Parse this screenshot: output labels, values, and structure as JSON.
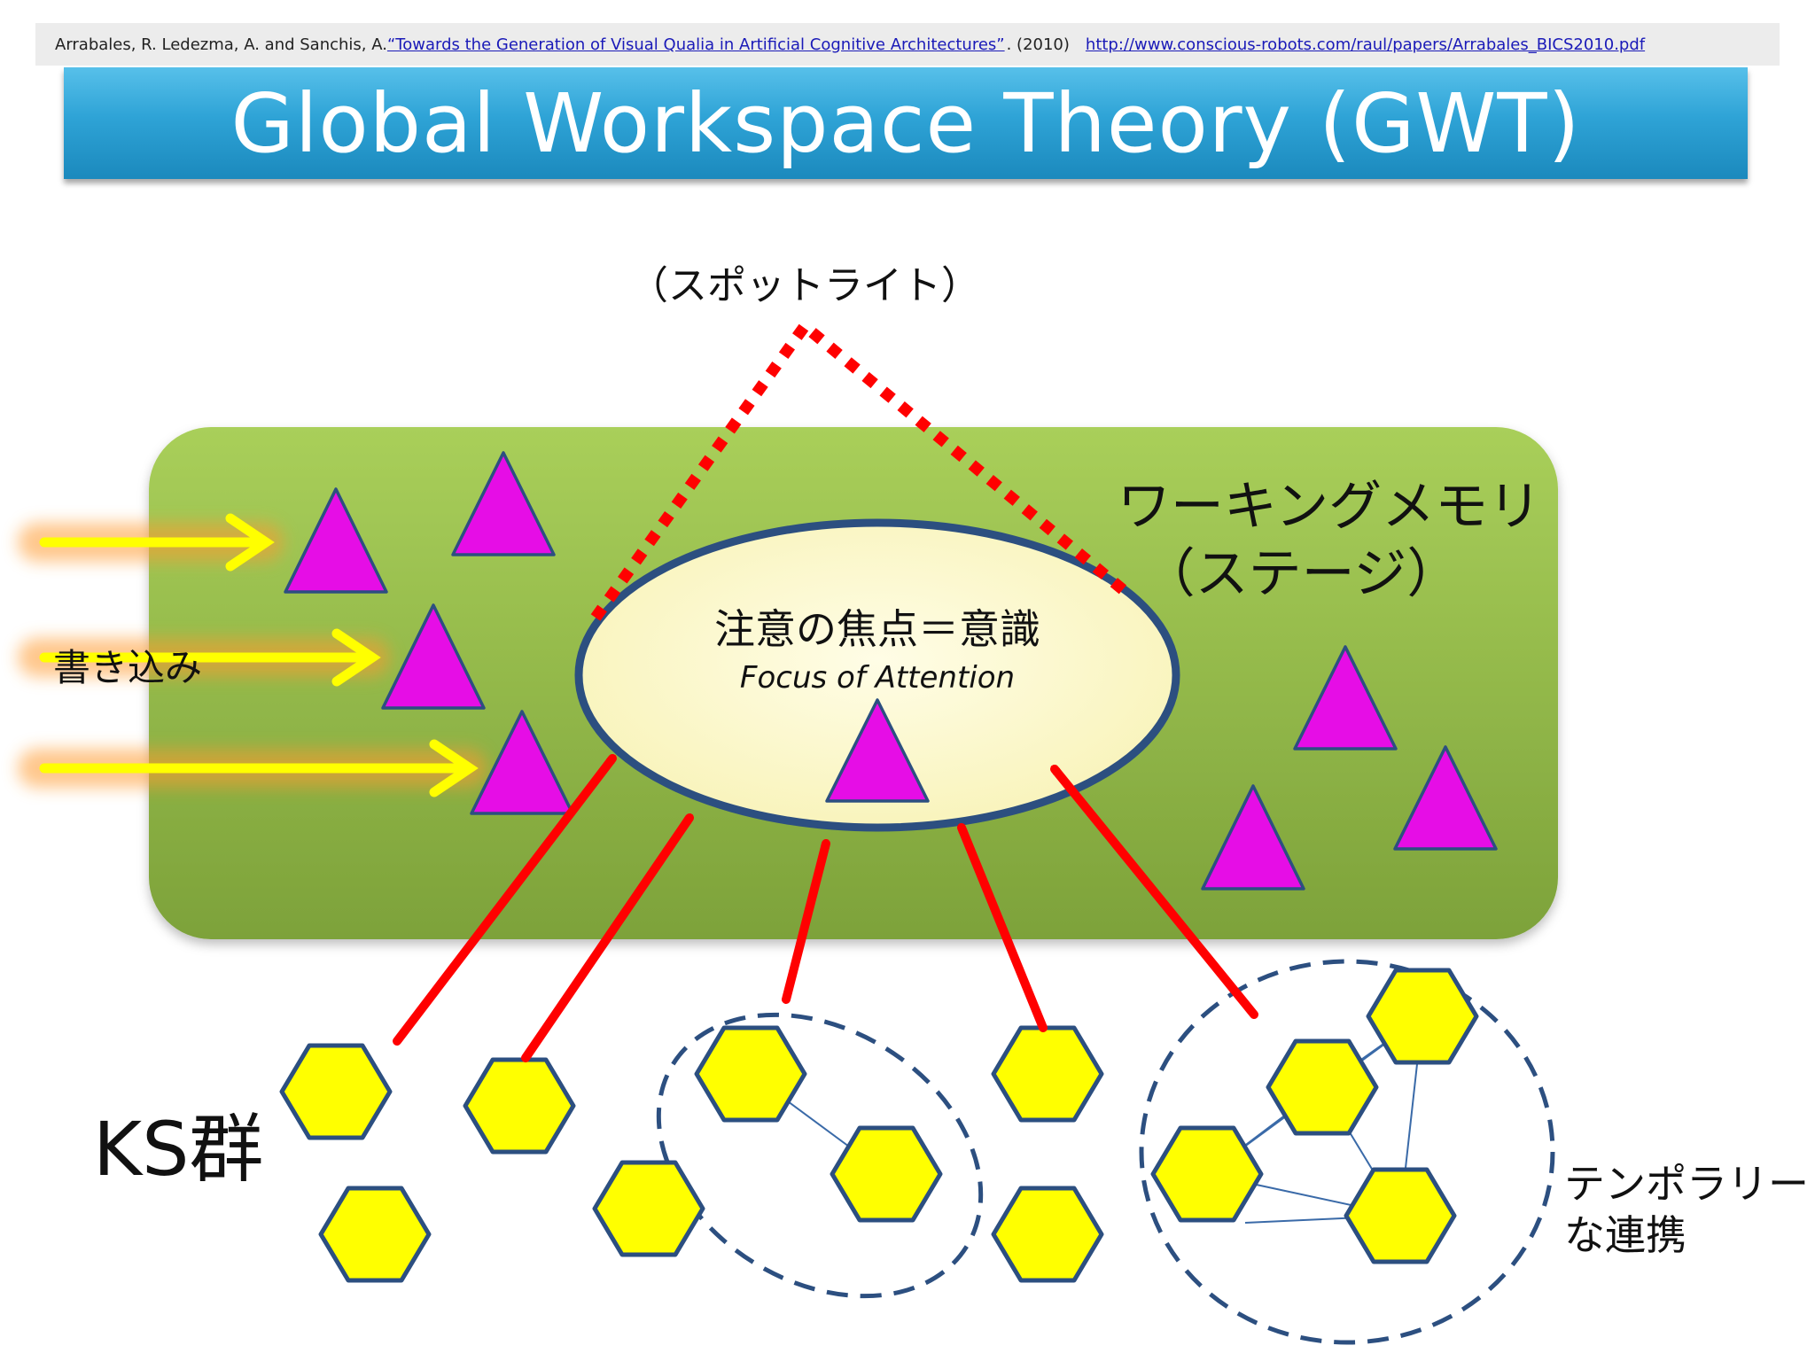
{
  "citation": {
    "text": "Arrabales, R. Ledezma, A. and Sanchis, A.",
    "paper_title": "“Towards the Generation of Visual Qualia in Artificial Cognitive Architectures”",
    "year": ". (2010)",
    "url": "http://www.conscious-robots.com/raul/papers/Arrabales_BICS2010.pdf"
  },
  "title": "Global Workspace Theory (GWT)",
  "labels": {
    "spotlight": "（スポットライト）",
    "working_memory_line1": "ワーキングメモリ",
    "working_memory_line2": "（ステージ）",
    "write_in": "書き込み",
    "focus_jp": "注意の焦点＝意識",
    "focus_en": "Focus of Attention",
    "ks_group": "KS群",
    "temporal_line1": "テンポラリー",
    "temporal_line2": "な連携"
  },
  "colors": {
    "stage_green": "#8db848",
    "triangle_magenta": "#e60de6",
    "hexagon_yellow": "#ffff00",
    "arrow_red": "#ff0000",
    "input_arrow_yellow": "#ffff00",
    "focus_fill": "#fdfbd2",
    "outline_navy": "#2c4f80"
  },
  "icons": {
    "stage_item": "triangle-icon",
    "knowledge_source": "hexagon-icon"
  }
}
